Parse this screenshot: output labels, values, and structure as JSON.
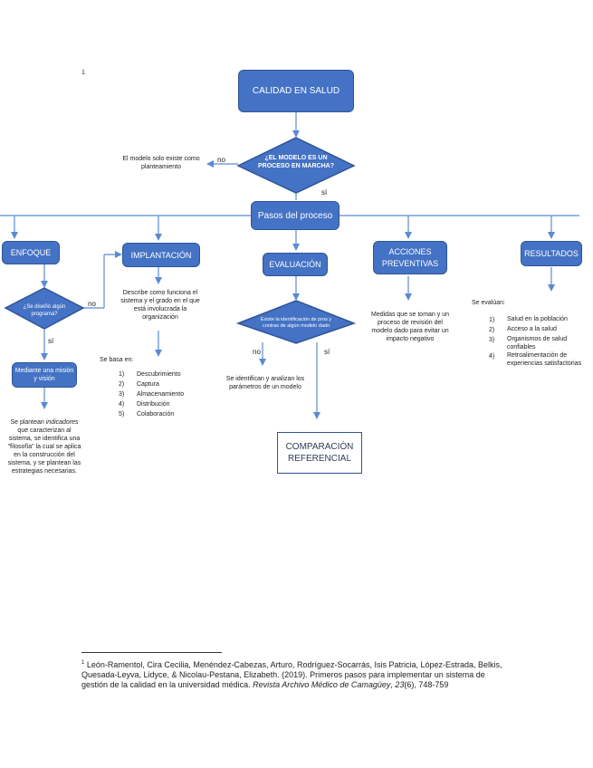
{
  "page_number": "1",
  "nodes": {
    "calidad": "CALIDAD EN SALUD",
    "modelo_q": "¿EL MODELO ES UN PROCESO EN MARCHA?",
    "modelo_no_text": "El modelo solo existe como planteamiento",
    "pasos": "Pasos del proceso",
    "enfoque": "ENFOQUE",
    "programa_q": "¿Se diseñó algún programa?",
    "mision": "Mediante una misión y visión",
    "enfoque_text_pre": "Se plantean ",
    "enfoque_text_em": "indicadores",
    "enfoque_text_post": " que caracterizan al sistema, se identifica una \"filosofía\" la cual se aplica en la construcción del sistema, y se plantean las estrategias necesarias.",
    "implantacion": "IMPLANTACIÓN",
    "implantacion_text": "Describe como funciona el sistema y el grado en el que está involucrada la organización",
    "basa_en": "Se basa en:",
    "basa_items": [
      {
        "num": "1)",
        "label": "Descubrimiento"
      },
      {
        "num": "2)",
        "label": "Captura"
      },
      {
        "num": "3)",
        "label": "Almacenamiento"
      },
      {
        "num": "4)",
        "label": "Distribución"
      },
      {
        "num": "5)",
        "label": "Colaboración"
      }
    ],
    "evaluacion": "EVALUACIÓN",
    "evaluacion_q": "Existe la identificación de pros y contras de algún modelo dado",
    "evaluacion_no_text": "Se identifican y analizan los parámetros de un modelo",
    "comparacion": "COMPARACIÓN REFERENCIAL",
    "acciones": "ACCIONES PREVENTIVAS",
    "acciones_text": "Medidas que se toman y un proceso de revisión del modelo dado para evitar un impacto negativo",
    "resultados": "RESULTADOS",
    "evaluan": "Se evalúan:",
    "evaluan_items": [
      {
        "num": "1)",
        "label": "Salud en la población"
      },
      {
        "num": "2)",
        "label": "Acceso a la salud"
      },
      {
        "num": "3)",
        "label": "Organismos de salud confiables"
      },
      {
        "num": "4)",
        "label": "Retroalimentación de experiencias satisfactorias"
      }
    ]
  },
  "edge_labels": {
    "no": "no",
    "si": "sí"
  },
  "footnote": {
    "marker": "1",
    "text_pre": "León-Ramentol, Cira Cecilia, Menéndez-Cabezas, Arturo, Rodríguez-Socarrás, Isis Patricia, López-Estrada, Belkis, Quesada-Leyva, Lidyce, & Nicolau-Pestana, Elizabeth. (2019). Primeros pasos para implementar un sistema de gestión de la calidad en la universidad médica. ",
    "journal": "Revista Archivo Médico de Camagüey",
    "mid": ", ",
    "volume": "23",
    "issue_pages": "(6), 748-759"
  },
  "colors": {
    "box_fill": "#4472c4",
    "box_border": "#2f5597",
    "arrow": "#5b8bd0"
  }
}
